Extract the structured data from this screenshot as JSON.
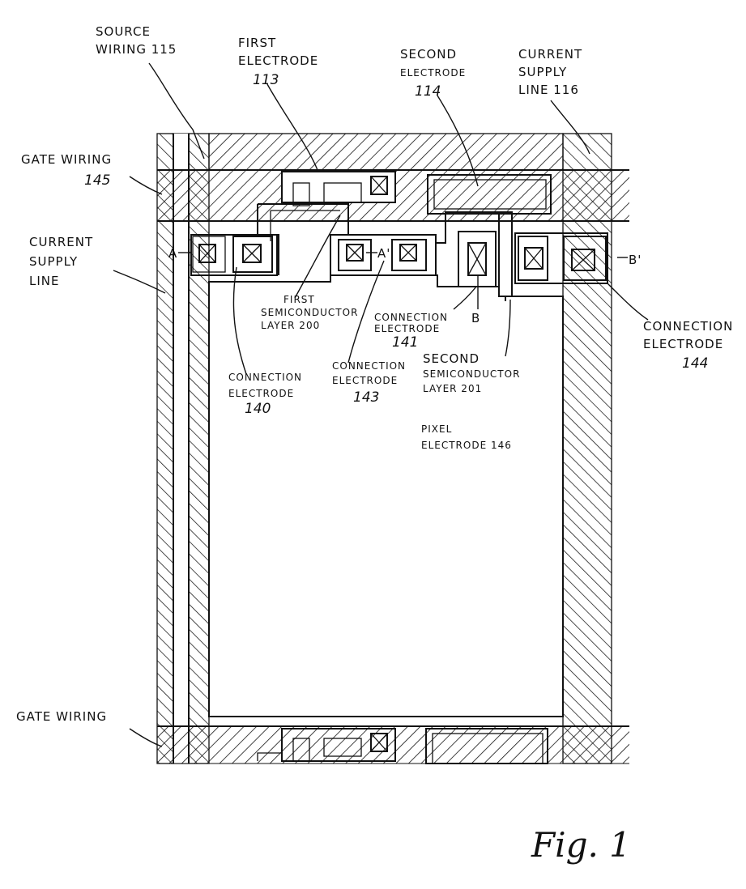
{
  "labels": {
    "source_wiring": "SOURCE",
    "source_wiring_2": "WIRING 115",
    "first_electrode": "FIRST",
    "first_electrode_2": "ELECTRODE",
    "first_electrode_num": "113",
    "second_electrode": "SECOND",
    "second_electrode_2": "ELECTRODE",
    "second_electrode_num": "114",
    "current_supply_top": "CURRENT",
    "current_supply_top_2": "SUPPLY",
    "current_supply_top_3": "LINE 116",
    "gate_wiring_top": "GATE WIRING",
    "gate_wiring_top_num": "145",
    "current_supply_left": "CURRENT",
    "current_supply_left_2": "SUPPLY",
    "current_supply_left_3": "LINE",
    "marker_a": "A",
    "marker_a_prime": "A'",
    "marker_b": "B",
    "marker_b_prime": "B'",
    "first_semi": "FIRST",
    "first_semi_2": "SEMICONDUCTOR",
    "first_semi_3": "LAYER 200",
    "conn_141": "CONNECTION",
    "conn_141_2": "ELECTRODE",
    "conn_141_num": "141",
    "conn_144": "CONNECTION",
    "conn_144_2": "ELECTRODE",
    "conn_144_num": "144",
    "conn_140": "CONNECTION",
    "conn_140_2": "ELECTRODE",
    "conn_140_num": "140",
    "conn_143": "CONNECTION",
    "conn_143_2": "ELECTRODE",
    "conn_143_num": "143",
    "second_semi": "SECOND",
    "second_semi_2": "SEMICONDUCTOR",
    "second_semi_3": "LAYER 201",
    "pixel_electrode": "PIXEL",
    "pixel_electrode_2": "ELECTRODE 146",
    "gate_wiring_bottom": "GATE WIRING",
    "figure_label": "Fig. 1"
  }
}
